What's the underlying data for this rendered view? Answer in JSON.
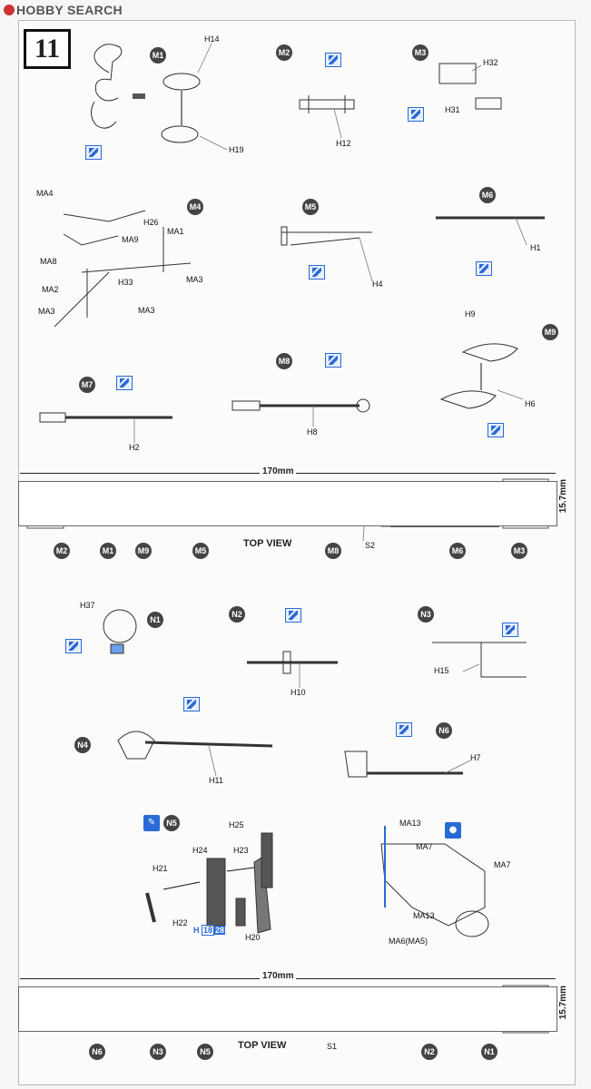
{
  "header": {
    "site_name": "HOBBY SEARCH"
  },
  "step_number": "11",
  "badges": [
    "M1",
    "M2",
    "M3",
    "M4",
    "M5",
    "M6",
    "M7",
    "M8",
    "M9",
    "N1",
    "N2",
    "N3",
    "N4",
    "N5",
    "N6"
  ],
  "parts": {
    "H14": "H14",
    "H19": "H19",
    "H12": "H12",
    "H32": "H32",
    "H31": "H31",
    "MA4": "MA4",
    "MA8": "MA8",
    "MA2": "MA2",
    "MA3": "MA3",
    "MA9": "MA9",
    "MA1": "MA1",
    "H26": "H26",
    "H33": "H33",
    "H4": "H4",
    "H1": "H1",
    "H2": "H2",
    "H8": "H8",
    "H9": "H9",
    "H6": "H6",
    "S2": "S2",
    "S1": "S1",
    "H37": "H37",
    "H10": "H10",
    "H15": "H15",
    "H11": "H11",
    "H7": "H7",
    "H25": "H25",
    "H24": "H24",
    "H23": "H23",
    "H21": "H21",
    "H22": "H22",
    "H20": "H20",
    "MA13": "MA13",
    "MA7": "MA7",
    "MA6": "MA6(MA5)"
  },
  "sprue_ref": {
    "prefix": "H",
    "a": "18",
    "b": "28"
  },
  "views": {
    "top_view": "TOP VIEW",
    "length": "170mm",
    "height": "15.7mm"
  },
  "colors": {
    "glue": "#2a6ad6",
    "badge": "#444444"
  }
}
